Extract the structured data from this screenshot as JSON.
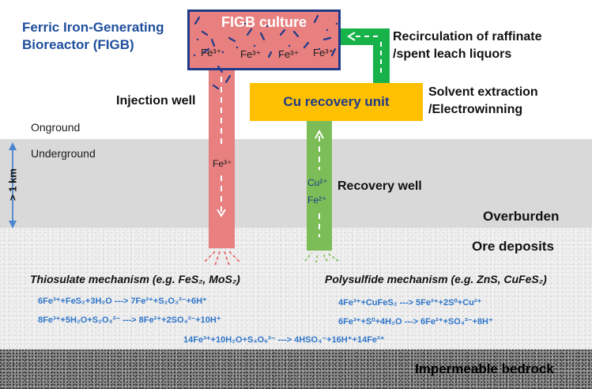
{
  "bioreactor": {
    "title_line1": "Ferric Iron-Generating",
    "title_line2": "Bioreactor (FIGB)",
    "culture_label": "FIGB culture",
    "fe_species": [
      "Fe³⁺",
      "Fe³⁺",
      "Fe³⁺",
      "Fe³⁺"
    ]
  },
  "labels": {
    "recirculation_line1": "Recirculation of raffinate",
    "recirculation_line2": "/spent leach liquors",
    "solvent_line1": "Solvent extraction",
    "solvent_line2": "/Electrowinning",
    "cu_unit": "Cu recovery unit",
    "injection_well": "Injection well",
    "recovery_well": "Recovery well",
    "onground": "Onground",
    "underground": "Underground",
    "depth": "> 1 km",
    "overburden": "Overburden",
    "ore_deposits": "Ore deposits",
    "bedrock": "Impermeable bedrock",
    "injection_species": "Fe³⁺",
    "recovery_species_1": "Cu²⁺",
    "recovery_species_2": "Fe²⁺"
  },
  "thiosulfate": {
    "title": "Thiosulate mechanism (e.g. FeS₂, MoS₂)",
    "equations": [
      "6Fe³⁺+FeS₂+3H₂O ---> 7Fe²⁺+S₂O₃²⁻+6H⁺",
      "8Fe³⁺+5H₂O+S₂O₃²⁻ ---> 8Fe²⁺+2SO₄²⁻+10H⁺",
      "14Fe³⁺+10H₂O+S₄O₆²⁻ ---> 4HSO₄⁻+16H⁺+14Fe²⁺"
    ]
  },
  "polysulfide": {
    "title": "Polysulfide mechanism (e.g. ZnS, CuFeS₂)",
    "equations": [
      "4Fe³⁺+CuFeS₂ ---> 5Fe²⁺+2S⁰+Cu²⁺",
      "6Fe³⁺+S⁰+4H₂O ---> 6Fe²⁺+SO₄²⁻+8H⁺"
    ]
  },
  "colors": {
    "bioreactor_fill": "#e88080",
    "bioreactor_border": "#1f3a8a",
    "cu_unit_fill": "#ffc000",
    "recirculation_pipe": "#18b24a",
    "recovery_well": "#7dbd57",
    "equation_text": "#2e75c9"
  }
}
